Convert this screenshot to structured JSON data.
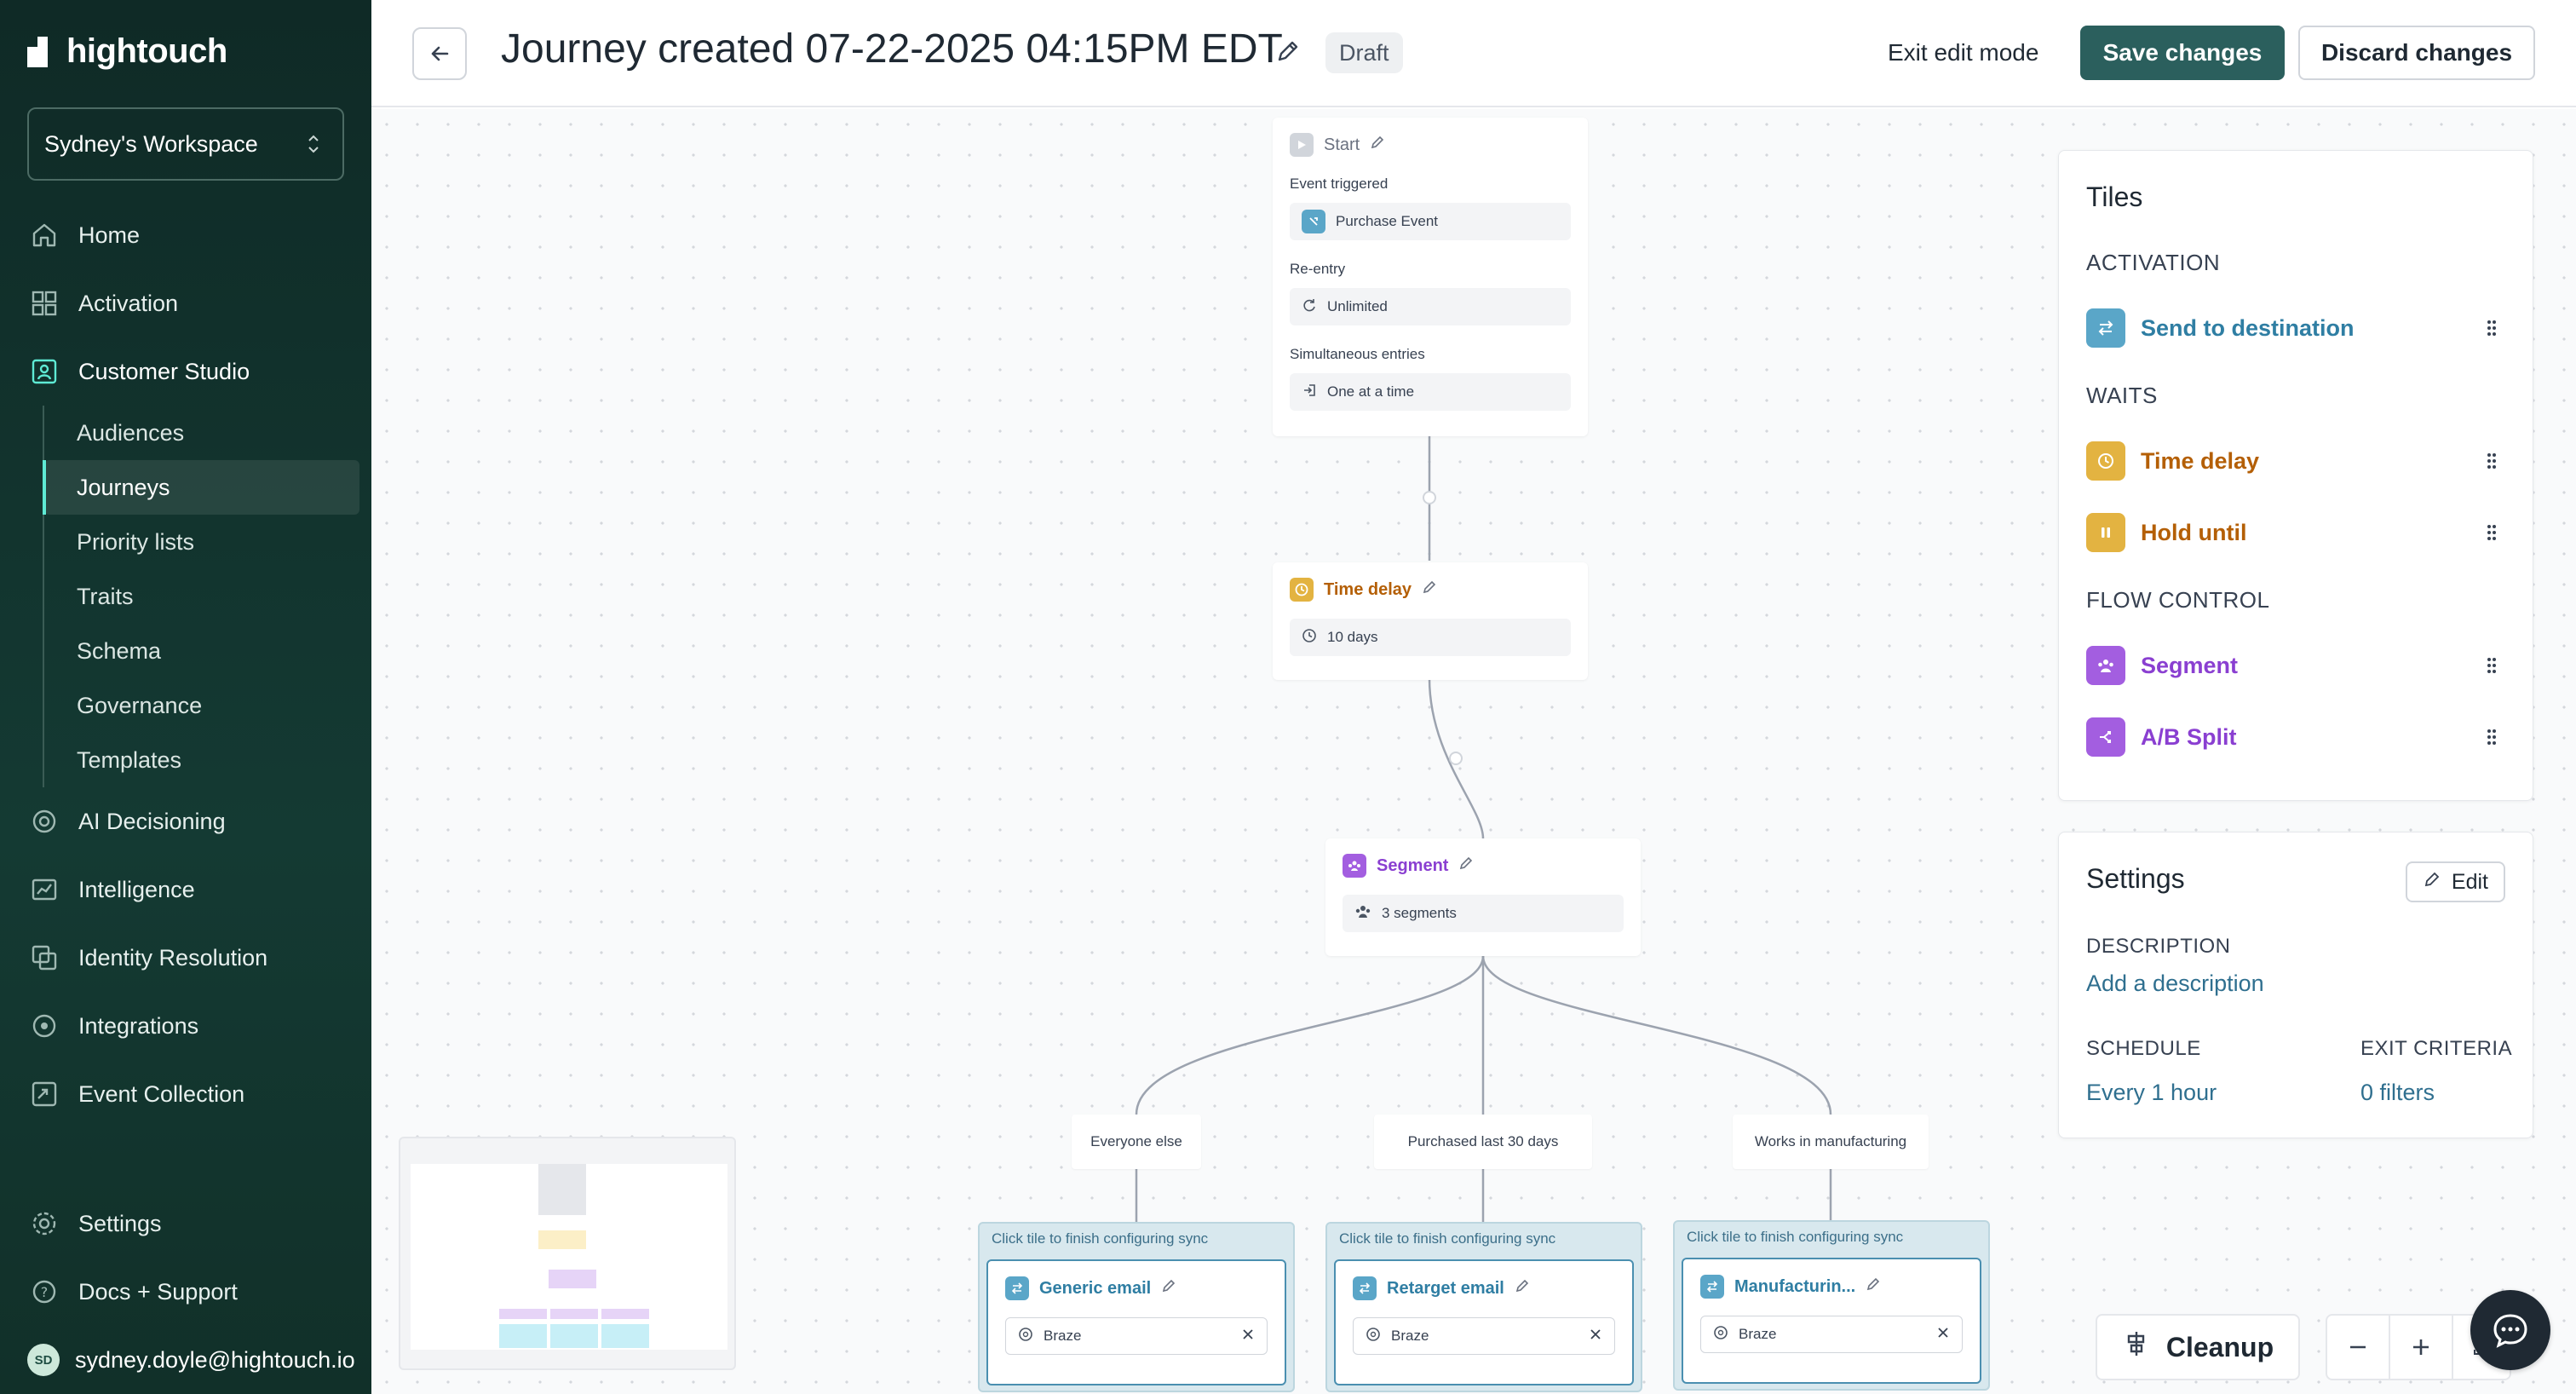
{
  "app": {
    "name": "hightouch"
  },
  "workspace": {
    "name": "Sydney's Workspace"
  },
  "nav": {
    "home": "Home",
    "activation": "Activation",
    "customer_studio": "Customer Studio",
    "sub": [
      "Audiences",
      "Journeys",
      "Priority lists",
      "Traits",
      "Schema",
      "Governance",
      "Templates"
    ],
    "ai_decisioning": "AI Decisioning",
    "intelligence": "Intelligence",
    "identity_resolution": "Identity Resolution",
    "integrations": "Integrations",
    "event_collection": "Event Collection",
    "settings": "Settings",
    "docs": "Docs + Support"
  },
  "user": {
    "initials": "SD",
    "email": "sydney.doyle@hightouch.io"
  },
  "header": {
    "title": "Journey created 07-22-2025 04:15PM EDT",
    "status": "Draft",
    "exit_edit": "Exit edit mode",
    "save": "Save changes",
    "discard": "Discard changes"
  },
  "journey": {
    "start": {
      "label": "Start",
      "event_label": "Event triggered",
      "event_value": "Purchase Event",
      "reentry_label": "Re-entry",
      "reentry_value": "Unlimited",
      "simultaneous_label": "Simultaneous entries",
      "simultaneous_value": "One at a time"
    },
    "time_delay": {
      "label": "Time delay",
      "value": "10 days"
    },
    "segment": {
      "label": "Segment",
      "value": "3 segments"
    },
    "branches": [
      "Everyone else",
      "Purchased last 30 days",
      "Works in manufacturing"
    ],
    "sync_note": "Click tile to finish configuring sync",
    "syncs": [
      {
        "name": "Generic email",
        "destination": "Braze"
      },
      {
        "name": "Retarget email",
        "destination": "Braze"
      },
      {
        "name": "Manufacturin...",
        "destination": "Braze"
      }
    ]
  },
  "tiles_panel": {
    "title": "Tiles",
    "activation_head": "ACTIVATION",
    "send_to_destination": "Send to destination",
    "waits_head": "WAITS",
    "time_delay": "Time delay",
    "hold_until": "Hold until",
    "flow_head": "FLOW CONTROL",
    "segment": "Segment",
    "ab_split": "A/B Split"
  },
  "settings_panel": {
    "title": "Settings",
    "edit": "Edit",
    "description_label": "DESCRIPTION",
    "description_link": "Add a description",
    "schedule_label": "SCHEDULE",
    "schedule_value": "Every 1 hour",
    "exit_label": "EXIT CRITERIA",
    "exit_value": "0 filters"
  },
  "controls": {
    "cleanup": "Cleanup"
  },
  "colors": {
    "sidebar": "#0f2a26",
    "primary": "#2b5f5d",
    "destination": "#3c8bb0",
    "wait": "#e3b341",
    "wait_text": "#b45f06",
    "flow": "#a35ee0",
    "flow_text": "#8a3fd1"
  }
}
